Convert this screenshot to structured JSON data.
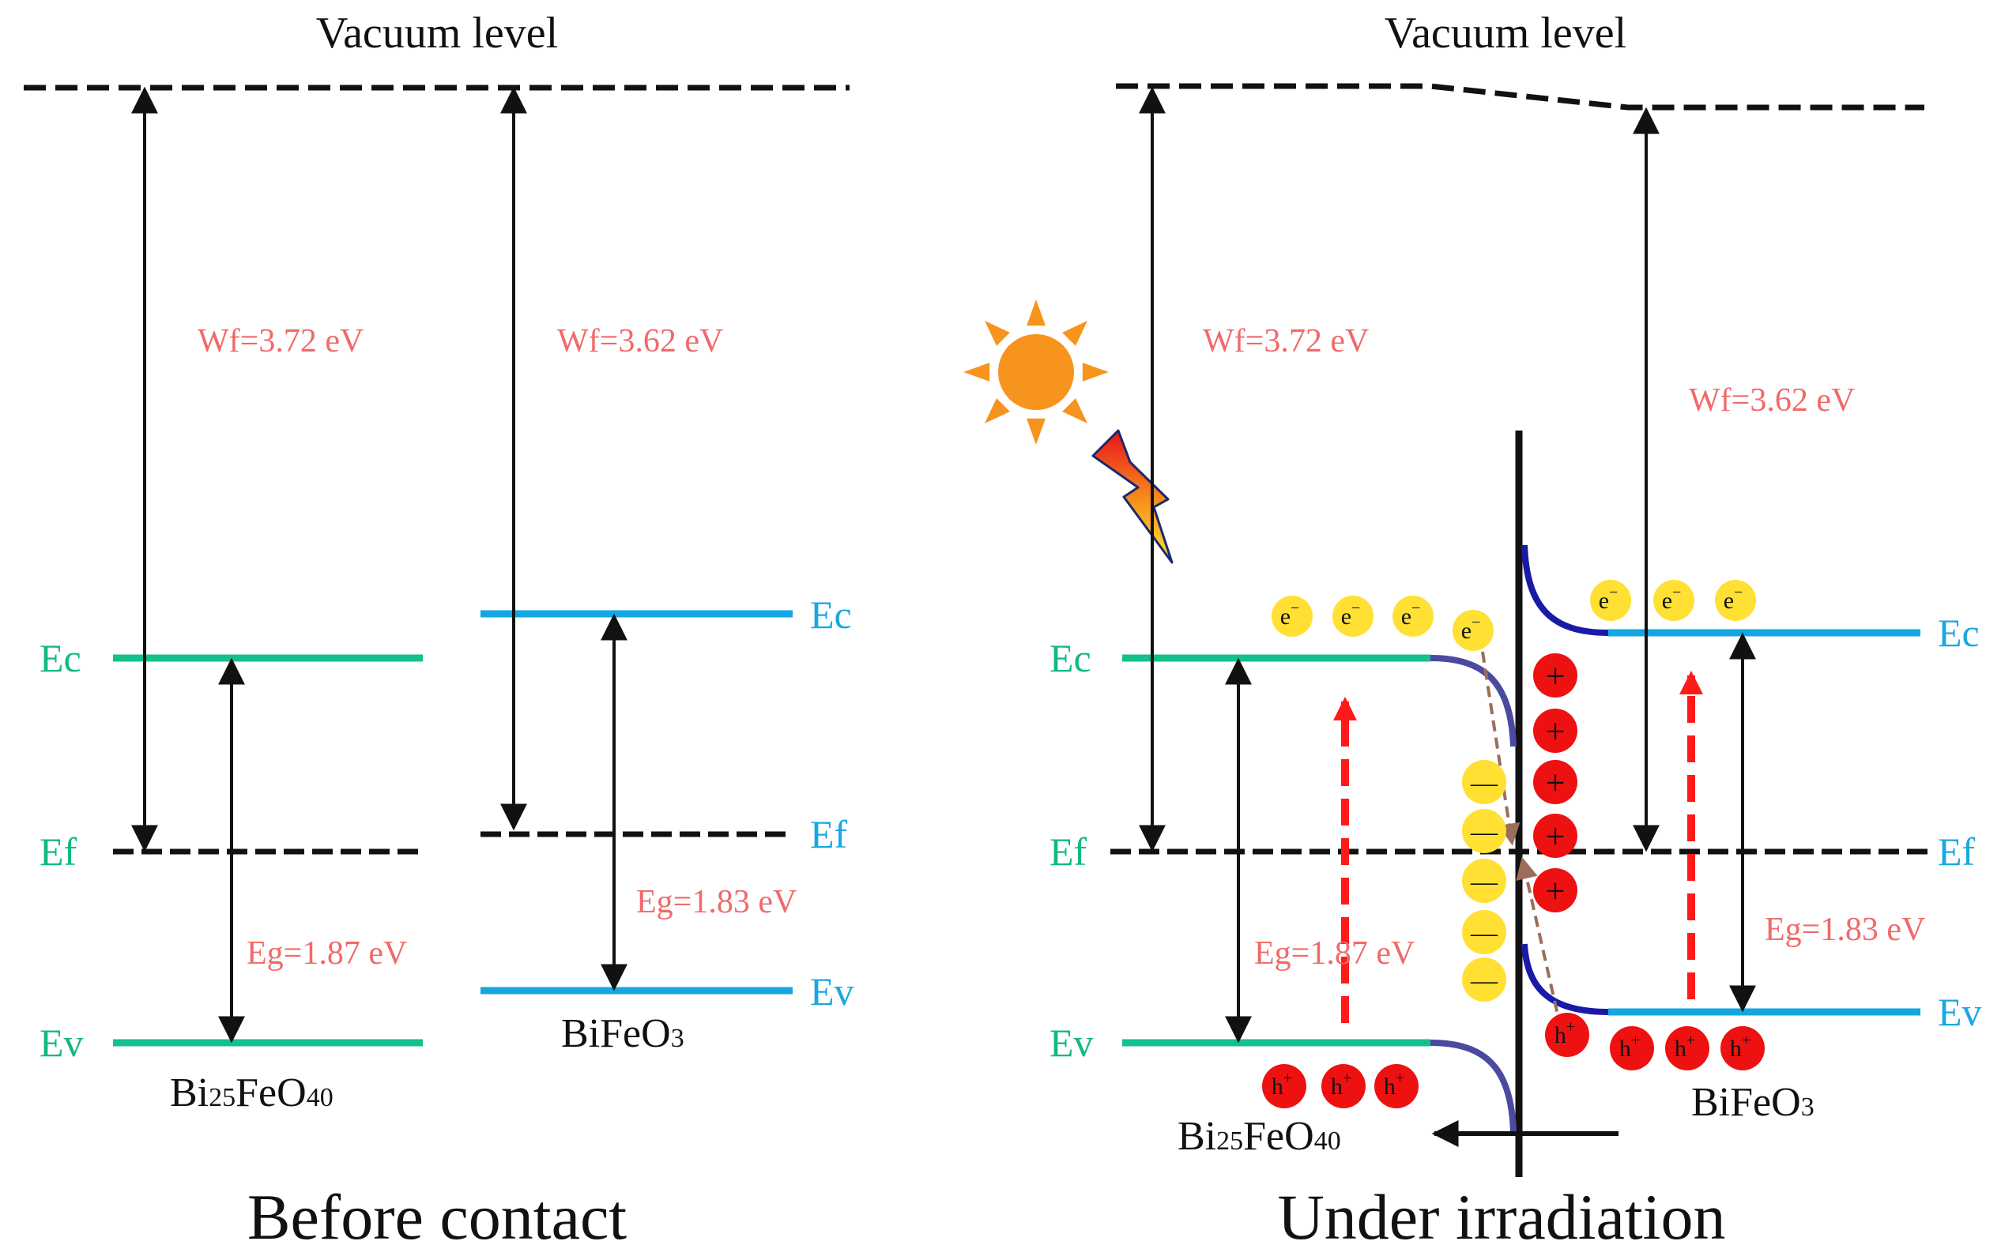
{
  "colors": {
    "green_band": "#14c08c",
    "blue_band": "#14a6e0",
    "label_red": "#f06a6a",
    "electron_fill": "#ffe033",
    "hole_fill": "#ee1111",
    "bend_curve": "#1a1aa8",
    "bend_curve_light": "#4a4aa0",
    "arrow_dashed_red": "#ff1a1a",
    "arrow_brown": "#9b6e5a",
    "sun_orange": "#f7941d"
  },
  "before_contact": {
    "vacuum_label": "Vacuum level",
    "caption": "Before contact",
    "bi25": {
      "wf": "Wf=3.72 eV",
      "eg": "Eg=1.87 eV",
      "ec": "Ec",
      "ef": "Ef",
      "ev": "Ev",
      "material_main": "Bi",
      "material_sub1": "25",
      "material_mid": "FeO",
      "material_sub2": "40"
    },
    "bifeo3": {
      "wf": "Wf=3.62 eV",
      "eg": "Eg=1.83 eV",
      "ec": "Ec",
      "ef": "Ef",
      "ev": "Ev",
      "material_main": "BiFeO",
      "material_sub": "3"
    }
  },
  "under_irradiation": {
    "vacuum_label": "Vacuum level",
    "caption": "Under irradiation",
    "sun_icon": "sun-icon",
    "lightning_icon": "lightning-icon",
    "bi25": {
      "wf": "Wf=3.72 eV",
      "eg": "Eg=1.87 eV",
      "ec": "Ec",
      "ef": "Ef",
      "ev": "Ev",
      "material_main": "Bi",
      "material_sub1": "25",
      "material_mid": "FeO",
      "material_sub2": "40"
    },
    "bifeo3": {
      "wf": "Wf=3.62 eV",
      "eg": "Eg=1.83 eV",
      "ec": "Ec",
      "ef": "Ef",
      "ev": "Ev",
      "material_main": "BiFeO",
      "material_sub": "3"
    },
    "electron": "e",
    "electron_sup": "−",
    "hole": "h",
    "hole_sup": "+",
    "minus_sign": "—",
    "plus_sign": "+"
  }
}
